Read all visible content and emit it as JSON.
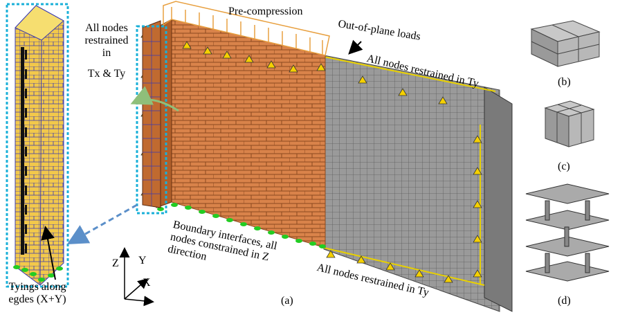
{
  "labels": {
    "all_nodes_restrained_txty": [
      "All nodes",
      "restrained",
      "in",
      "Tx & Ty"
    ],
    "pre_compression": "Pre-compression",
    "out_of_plane": "Out-of-plane loads",
    "restrained_ty_top": "All nodes restrained in Ty",
    "restrained_ty_bottom": "All nodes restrained in Ty",
    "boundary": [
      "Boundary interfaces, all",
      "nodes constrained in Z",
      "direction"
    ],
    "tyings": [
      "Tyings along",
      "egdes (X+Y)"
    ],
    "axis_z": "Z",
    "axis_y": "Y",
    "axis_x": "X",
    "panel_a": "(a)",
    "panel_b": "(b)",
    "panel_c": "(c)",
    "panel_d": "(d)"
  },
  "colors": {
    "brick": "#d9834a",
    "brick_dark": "#b05f2a",
    "mesh_grey": "#8d8d8d",
    "mesh_dark": "#555555",
    "support_yellow": "#f5d000",
    "support_green": "#22cc22",
    "dashed_box": "#1ab0d8",
    "arrow_blue": "#5b8fc9",
    "arrow_green": "#8fbf7a",
    "load_orange": "#e8a040"
  }
}
